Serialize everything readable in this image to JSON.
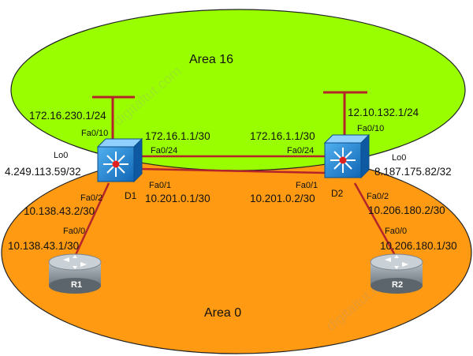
{
  "areas": {
    "area16": "Area 16",
    "area0": "Area 0"
  },
  "devices": {
    "d1": "D1",
    "d2": "D2",
    "r1": "R1",
    "r2": "R2"
  },
  "d1": {
    "fa010_ip": "172.16.230.1/24",
    "fa010": "Fa0/10",
    "fa024_ip": "172.16.1.1/30",
    "fa024": "Fa0/24",
    "lo0": "Lo0",
    "lo0_ip": "4.249.113.59/32",
    "fa01": "Fa0/1",
    "fa01_ip": "10.201.0.1/30",
    "fa02": "Fa0/2",
    "fa02_ip": "10.138.43.2/30"
  },
  "d2": {
    "fa010_ip": "12.10.132.1/24",
    "fa010": "Fa0/10",
    "fa024_ip": "172.16.1.1/30",
    "fa024": "Fa0/24",
    "lo0": "Lo0",
    "lo0_ip": "8.187.175.82/32",
    "fa01": "Fa0/1",
    "fa01_ip": "10.201.0.2/30",
    "fa02": "Fa0/2",
    "fa02_ip": "10.206.180.2/30"
  },
  "r1": {
    "fa00": "Fa0/0",
    "fa00_ip": "10.138.43.1/30"
  },
  "r2": {
    "fa00": "Fa0/0",
    "fa00_ip": "10.206.180.1/30"
  },
  "colors": {
    "area16_fill": "#99ff00",
    "area0_fill": "#ff9a12",
    "link": "#b3252a",
    "switch": "#1e87d6"
  }
}
